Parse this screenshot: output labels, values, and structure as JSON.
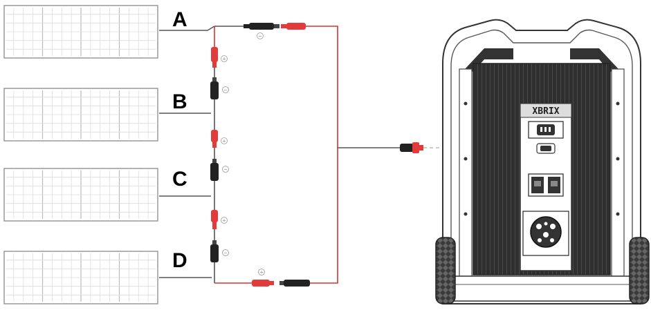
{
  "panels": [
    {
      "label": "A"
    },
    {
      "label": "B"
    },
    {
      "label": "C"
    },
    {
      "label": "D"
    }
  ],
  "connector_marks": {
    "top_negative": "−",
    "plus_1": "+",
    "minus_1": "−",
    "plus_2": "+",
    "minus_2": "−",
    "plus_3": "+",
    "minus_3": "−",
    "bottom_positive": "+"
  },
  "power_station": {
    "brand": "XBRIX"
  },
  "colors": {
    "negative_wire": "#555555",
    "positive_wire": "#e03030",
    "connector_dark": "#222222",
    "connector_red": "#e23b3b",
    "panel_stroke": "#999999",
    "station_dark": "#2b2b2b"
  }
}
